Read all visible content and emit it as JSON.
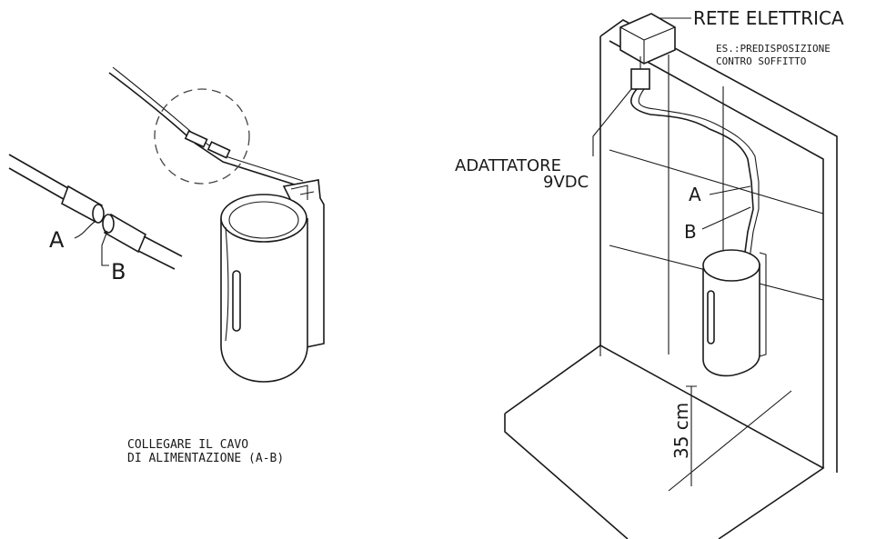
{
  "left_figure": {
    "label_a": "A",
    "label_b": "B",
    "caption_line1": "COLLEGARE IL CAVO",
    "caption_line2": "DI ALIMENTAZIONE (A-B)"
  },
  "right_figure": {
    "rete_label": "RETE ELETTRICA",
    "rete_note_line1": "ES.:PREDISPOSIZIONE",
    "rete_note_line2": "CONTRO SOFFITTO",
    "adapter_line1": "ADATTATORE",
    "adapter_line2": "9VDC",
    "label_a": "A",
    "label_b": "B",
    "height_dim": "35 cm"
  }
}
